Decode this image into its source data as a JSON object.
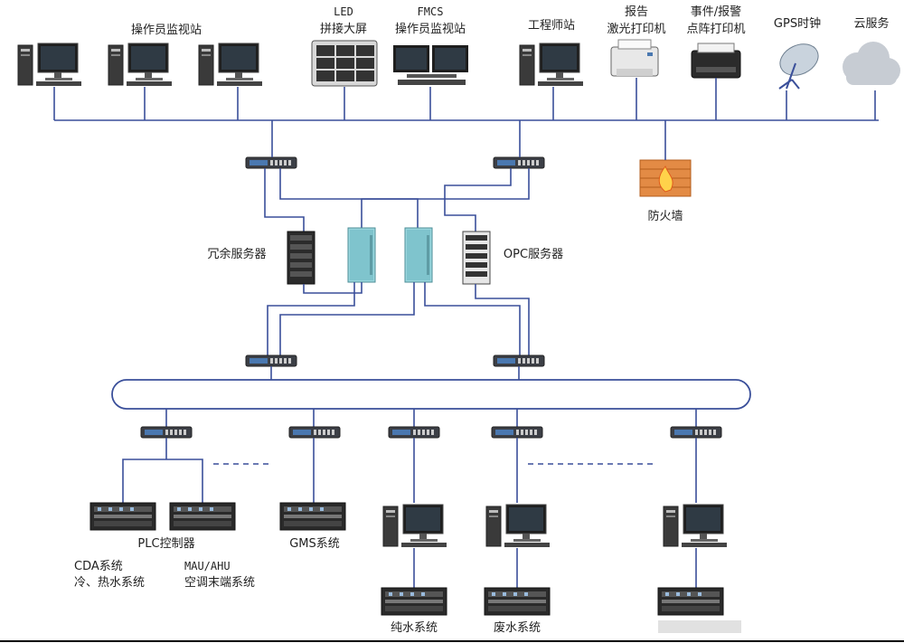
{
  "labels": {
    "operator_stations": "操作员监视站",
    "led_wall_line1": "LED",
    "led_wall_line2": "拼接大屏",
    "fmcs_line1": "FMCS",
    "fmcs_line2": "操作员监视站",
    "engineer_station": "工程师站",
    "report_printer_line1": "报告",
    "report_printer_line2": "激光打印机",
    "alarm_printer_line1": "事件/报警",
    "alarm_printer_line2": "点阵打印机",
    "gps_clock": "GPS时钟",
    "cloud_service": "云服务",
    "firewall": "防火墙",
    "redundant_server": "冗余服务器",
    "opc_server": "OPC服务器",
    "plc_controller": "PLC控制器",
    "gms_system": "GMS系统",
    "cda_line1": "CDA系统",
    "cda_line2": "冷、热水系统",
    "mau_line1": "MAU/AHU",
    "mau_line2": "空调末端系统",
    "pure_water": "纯水系统",
    "waste_water": "废水系统"
  },
  "colors": {
    "wire": "#3a4f9a",
    "device_dark": "#2b2b2b",
    "switch_blue": "#4a78b0",
    "server_teal": "#8fd0d8",
    "firewall": "#e07a30"
  },
  "icons": [
    "desktop-icon",
    "led-wall-icon",
    "printer-icon",
    "satellite-dish-icon",
    "cloud-icon",
    "network-switch-icon",
    "firewall-icon",
    "server-rack-icon",
    "plc-module-icon"
  ]
}
